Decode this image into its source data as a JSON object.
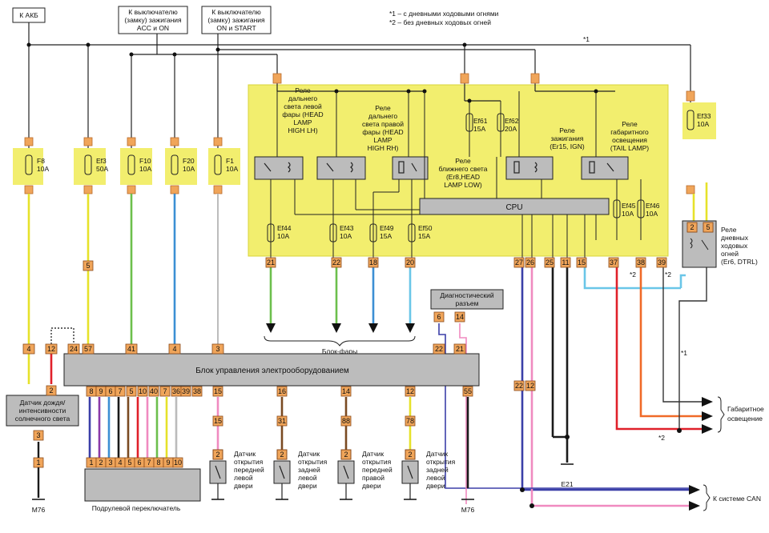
{
  "labels": {
    "akb": "К АКБ",
    "acc_on": [
      "К выключателю",
      "(замку) зажигания",
      "ACC и ON"
    ],
    "on_start": [
      "К выключателю",
      "(замку) зажигания",
      "ON и START"
    ],
    "note1": "*1 – с дневными ходовыми огнями",
    "note2": "*2 – без дневных ходовых огней",
    "star1": "*1",
    "star2": "*2",
    "relay_head_lh": [
      "Реле",
      "дальнего",
      "света левой",
      "фары (HEAD",
      "LAMP",
      "HIGH LH)"
    ],
    "relay_head_rh": [
      "Реле",
      "дальнего",
      "света правой",
      "фары (HEAD",
      "LAMP",
      "HIGH RH)"
    ],
    "relay_low": [
      "Реле",
      "ближнего света",
      "(Er8,HEAD",
      "LAMP LOW)"
    ],
    "relay_ign": [
      "Реле",
      "зажигания",
      "(Er15, IGN)"
    ],
    "relay_tail": [
      "Реле",
      "габаритного",
      "освещения",
      "(TAIL LAMP)"
    ],
    "relay_drl": [
      "Реле",
      "дневных",
      "ходовых",
      "огней",
      "(Er6, DTRL)"
    ],
    "cpu": "CPU",
    "diag": [
      "Диагностический",
      "разъем"
    ],
    "block_headlights": "Блок-фары",
    "main_block": "Блок управления электрооборудованием",
    "rain_sensor": [
      "Датчик дождя/",
      "интенсивности",
      "солнечного света"
    ],
    "door_fl": [
      "Датчик",
      "открытия",
      "передней",
      "левой",
      "двери"
    ],
    "door_rl": [
      "Датчик",
      "открытия",
      "задней",
      "левой",
      "двери"
    ],
    "door_fr": [
      "Датчик",
      "открытия",
      "передней",
      "правой",
      "двери"
    ],
    "door_rl2": [
      "Датчик",
      "открытия",
      "задней",
      "левой",
      "двери"
    ],
    "column_switch": "Подрулевой переключатель",
    "m76": "M76",
    "e21": "E21",
    "marker_lights": [
      "Габаритное",
      "освещение"
    ],
    "can": "К системе CAN"
  },
  "fuses": [
    {
      "id": "F8",
      "amps": "10A"
    },
    {
      "id": "Ef3",
      "amps": "50A"
    },
    {
      "id": "F10",
      "amps": "10A"
    },
    {
      "id": "F20",
      "amps": "10A"
    },
    {
      "id": "F1",
      "amps": "10A"
    },
    {
      "id": "Ef44",
      "amps": "10A"
    },
    {
      "id": "Ef43",
      "amps": "10A"
    },
    {
      "id": "Ef49",
      "amps": "15A"
    },
    {
      "id": "Ef50",
      "amps": "15A"
    },
    {
      "id": "Ef61",
      "amps": "15A"
    },
    {
      "id": "Ef62",
      "amps": "20A"
    },
    {
      "id": "Ef45",
      "amps": "10A"
    },
    {
      "id": "Ef46",
      "amps": "10A"
    },
    {
      "id": "Ef33",
      "amps": "10A"
    }
  ],
  "pins": {
    "relay_bottom": [
      "21",
      "22",
      "18",
      "20",
      "27",
      "26",
      "25",
      "11",
      "15",
      "37",
      "38",
      "39"
    ],
    "drl": [
      "1",
      "3",
      "2",
      "5"
    ],
    "diag": [
      "6",
      "14"
    ],
    "block_top": [
      "4",
      "12",
      "24",
      "57",
      "41",
      "4",
      "3",
      "22",
      "21"
    ],
    "block_bottom": [
      "8",
      "9",
      "6",
      "7",
      "5",
      "10",
      "40",
      "7",
      "36",
      "39",
      "38",
      "15",
      "16",
      "14",
      "12",
      "55"
    ],
    "switch": [
      "1",
      "2",
      "3",
      "4",
      "5",
      "6",
      "7",
      "8",
      "9",
      "10"
    ],
    "rain": [
      "4",
      "2",
      "3",
      "1"
    ],
    "mid": [
      "5",
      "15",
      "31",
      "88",
      "78",
      "22",
      "12"
    ],
    "doors": [
      "2",
      "2",
      "2",
      "2"
    ]
  },
  "colors": {
    "panel": "#f2ee6e",
    "pin": "#f0a55a",
    "box": "#bcbcbc",
    "yellow": "#e6e22a",
    "green": "#6cbf4c",
    "blue": "#3c8fd4",
    "red": "#e0202a",
    "orange": "#f06a28",
    "pink": "#f08ac0",
    "navy": "#3b3fa8",
    "black": "#1a1a1a",
    "brown": "#7a4a22",
    "violet": "#8a3aa8",
    "lightblue": "#6ac6e8",
    "white": "#ffffff"
  }
}
